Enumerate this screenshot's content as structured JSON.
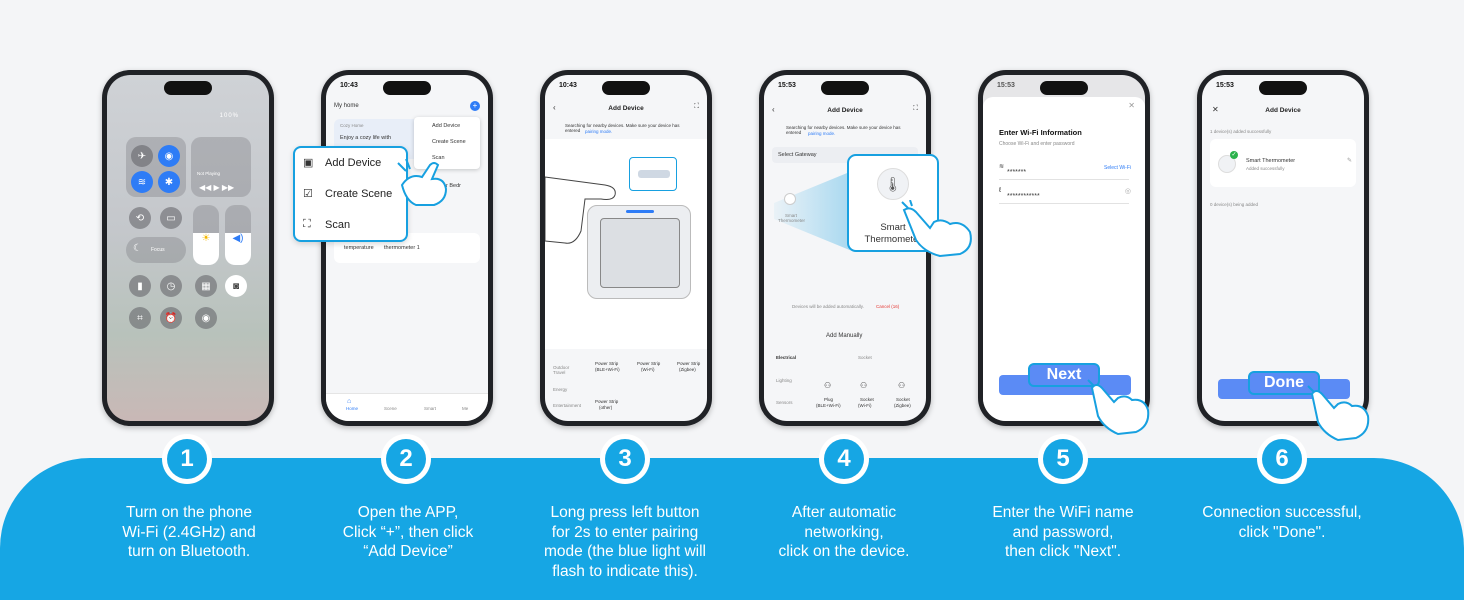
{
  "steps": [
    {
      "number": "1",
      "lines": [
        "Turn on the phone",
        "Wi-Fi (2.4GHz) and",
        "turn on Bluetooth."
      ]
    },
    {
      "number": "2",
      "lines": [
        "Open the APP,",
        "Click “+”, then click",
        "“Add Device”"
      ]
    },
    {
      "number": "3",
      "lines": [
        "Long press left button",
        "for 2s to enter pairing",
        "mode (the blue light will",
        "flash to indicate this)."
      ]
    },
    {
      "number": "4",
      "lines": [
        "After automatic",
        "networking,",
        "click on the device."
      ]
    },
    {
      "number": "5",
      "lines": [
        "Enter the WiFi name",
        "and password,",
        "then click \"Next\"."
      ]
    },
    {
      "number": "6",
      "lines": [
        "Connection successful,",
        "click \"Done\"."
      ]
    }
  ],
  "phone1": {
    "battery": "100%",
    "now_playing": "Not Playing",
    "focus": "Focus"
  },
  "phone2": {
    "time": "10:43",
    "home": "My home",
    "banner_title": "Cozy Home",
    "banner_text": "Enjoy a cozy life with",
    "menu": [
      "Add Device",
      "Create Scene",
      "Scan"
    ],
    "popup": [
      "Add Device",
      "Create Scene",
      "Scan"
    ],
    "bedroom": "r Bedr",
    "device": "thermometer 1",
    "device_prefix": "temperature",
    "tabs": [
      "Home",
      "Scene",
      "Smart",
      "Me"
    ]
  },
  "phone3": {
    "time": "10:43",
    "title": "Add Device",
    "search_text": "Searching for nearby devices. Make sure your device has entered",
    "pairing_link": "pairing mode.",
    "cats": [
      "Outdoor Travel",
      "Energy",
      "Entertainment"
    ],
    "items": [
      [
        "Power Strip",
        "(BLE+Wi-Fi)"
      ],
      [
        "Power Strip",
        "(Wi-Fi)"
      ],
      [
        "Power Strip",
        "(Zigbee)"
      ],
      [
        "Power Strip",
        "(other)"
      ]
    ]
  },
  "phone4": {
    "time": "15:53",
    "title": "Add Device",
    "search_text": "Searching for nearby devices. Make sure your device has entered",
    "pairing_link": "pairing mode.",
    "gateway": "Select Gateway",
    "device_small": "Smart Thermometer",
    "zoom_label_1": "Smart",
    "zoom_label_2": "Thermometer",
    "auto_text": "Devices will be added automatically.",
    "cancel": "Cancel (16)",
    "manual": "Add Manually",
    "cats": [
      "Electrical",
      "Lighting",
      "Sensors"
    ],
    "socket_header": "Socket",
    "items": [
      [
        "Plug",
        "(BLE+Wi-Fi)"
      ],
      [
        "Socket",
        "(Wi-Fi)"
      ],
      [
        "Socket",
        "(Zigbee)"
      ]
    ]
  },
  "phone5": {
    "time": "15:53",
    "heading": "Enter Wi-Fi Information",
    "sub": "Choose Wi-Fi and enter password",
    "ssid": "*******",
    "select": "Select Wi-Fi",
    "password": "************",
    "next": "Next"
  },
  "phone6": {
    "time": "15:53",
    "title": "Add Device",
    "added": "1 device(s) added successfully",
    "device": "Smart Thermometer",
    "device_status": "Added successfully",
    "adding": "0 device(s) being added",
    "done": "Done"
  },
  "colors": {
    "accent": "#16a6e4",
    "button": "#5b8bf5",
    "background": "#f4f5f7"
  }
}
